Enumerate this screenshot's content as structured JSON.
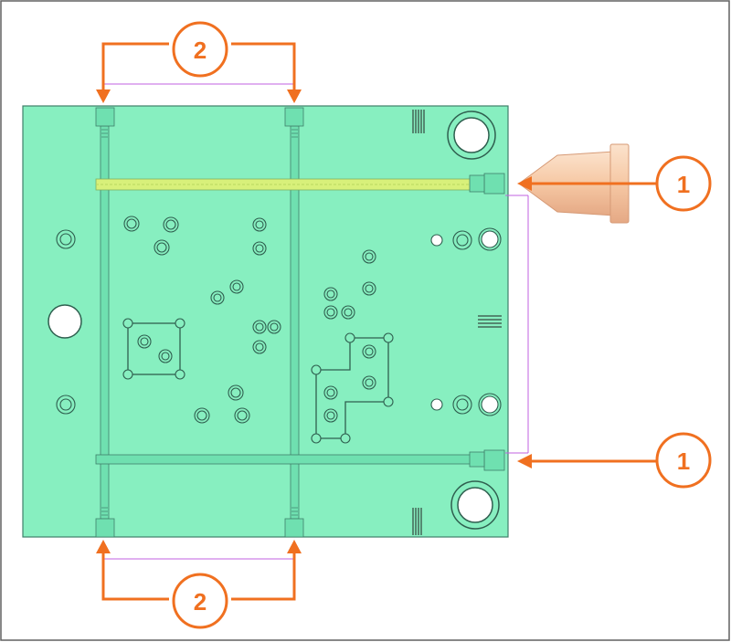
{
  "callouts": {
    "top_label": "2",
    "bottom_label": "2",
    "nozzle_label": "1",
    "lower_right_label": "1"
  },
  "colors": {
    "plate_fill": "#87efc0",
    "plate_stroke": "#3f7f6a",
    "channel": "#5fd8a6",
    "channel_highlight": "#d8f07a",
    "callout": "#f07020",
    "dimension": "#c060e0",
    "nozzle": "#f6c8a4",
    "frame": "#606060"
  },
  "icons": {
    "nozzle": "injection-nozzle-icon"
  }
}
